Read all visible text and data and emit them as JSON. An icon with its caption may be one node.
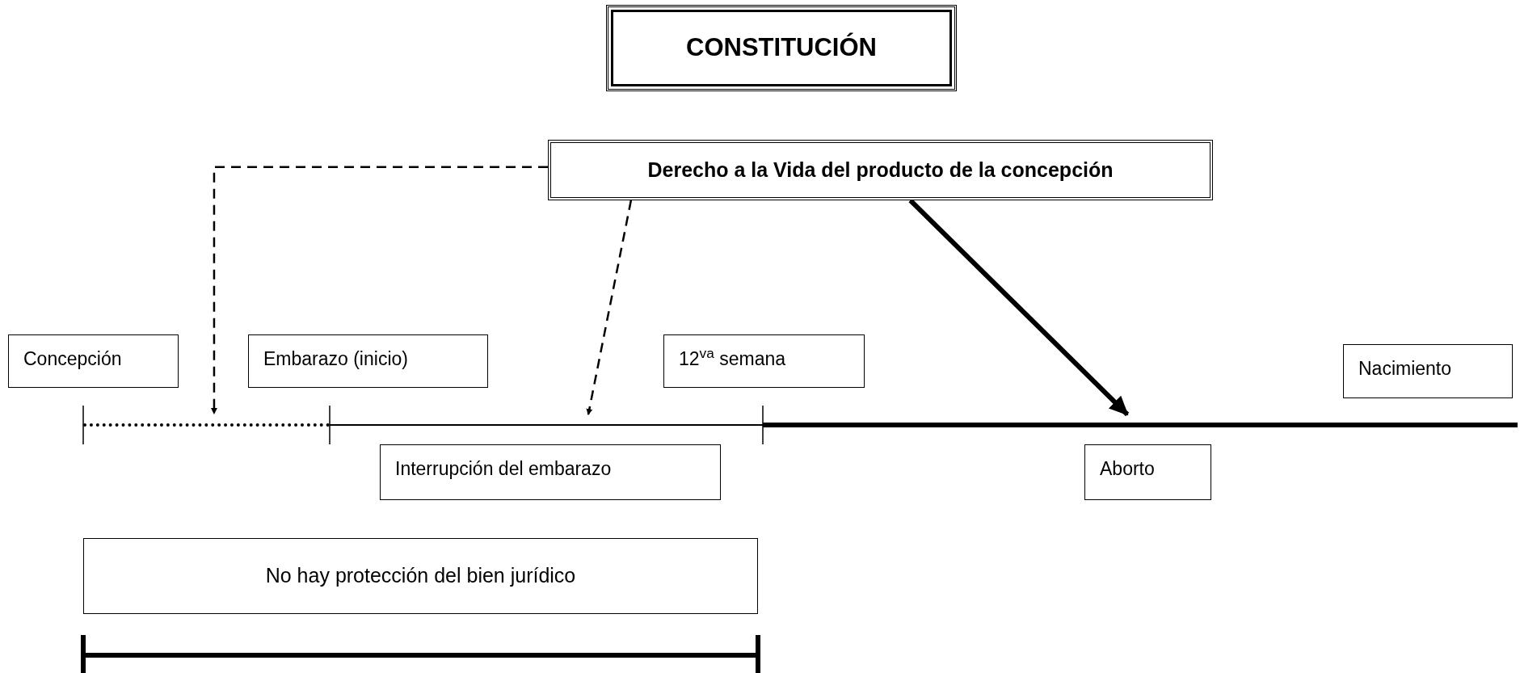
{
  "diagram": {
    "nodes": [
      {
        "text": [
          "CONSTITUCIÓN"
        ]
      },
      {
        "text": [
          "Derecho a la Vida del producto de la concepción"
        ]
      },
      {
        "text": [
          "Concepción"
        ]
      },
      {
        "text": [
          "Embarazo (inicio)"
        ]
      },
      {
        "text": [
          "12$^{va}$ semana"
        ]
      },
      {
        "text": [
          "Nacimiento"
        ]
      },
      {
        "text": [
          "Interrupción del embarazo"
        ]
      },
      {
        "text": [
          "Aborto"
        ]
      },
      {
        "text": [
          "No hay protección del bien jurídico"
        ]
      },
      {
        "text": [],
        "shape": "bar"
      },
      {
        "text": [],
        "shape": "bar"
      },
      {
        "text": [],
        "shape": "bar"
      }
    ],
    "edges": [
      {
        "from": 1,
        "to": 9,
        "arrow": "to",
        "style": "dashed"
      },
      {
        "from": 1,
        "to": 10,
        "arrow": "to",
        "style": "dashed"
      },
      {
        "from": 1,
        "to": 11,
        "arrow": "to",
        "style": "thick"
      }
    ]
  }
}
